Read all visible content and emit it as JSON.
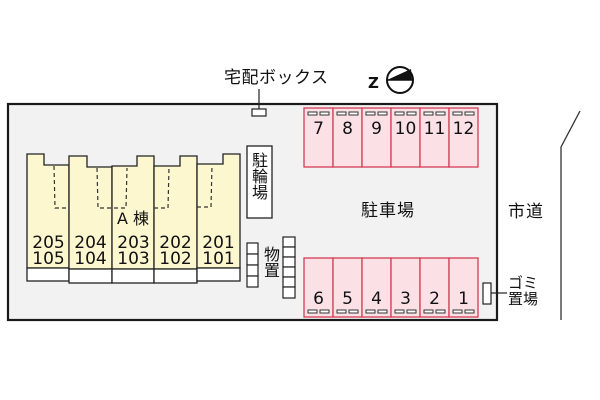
{
  "map": {
    "delivery_box_label": "宅配ボックス",
    "north_indicator": "Z",
    "parking_label": "駐車場",
    "road_label": "市道",
    "building_label": "A 棟",
    "bicycle_parking_label": "駐輪場",
    "storage_label": "物置",
    "trash_label_line1": "ゴミ",
    "trash_label_line2": "置場"
  },
  "units": [
    {
      "upper": "205",
      "lower": "105"
    },
    {
      "upper": "204",
      "lower": "104"
    },
    {
      "upper": "203",
      "lower": "103"
    },
    {
      "upper": "202",
      "lower": "102"
    },
    {
      "upper": "201",
      "lower": "101"
    }
  ],
  "parking": {
    "top_row": [
      "7",
      "8",
      "9",
      "10",
      "11",
      "12"
    ],
    "bottom_row": [
      "6",
      "5",
      "4",
      "3",
      "2",
      "1"
    ]
  },
  "colors": {
    "lot_fill": "#f2f2f2",
    "building_fill": "#fdf7cf",
    "stall_fill": "#fbe1e6",
    "stall_border": "#d43c55",
    "line": "#1a1a1a"
  },
  "icons": {
    "compass": "north-compass-icon",
    "delivery_box": "box-icon",
    "trash_box": "box-icon",
    "storage_boxes": "storage-grid-icon"
  }
}
